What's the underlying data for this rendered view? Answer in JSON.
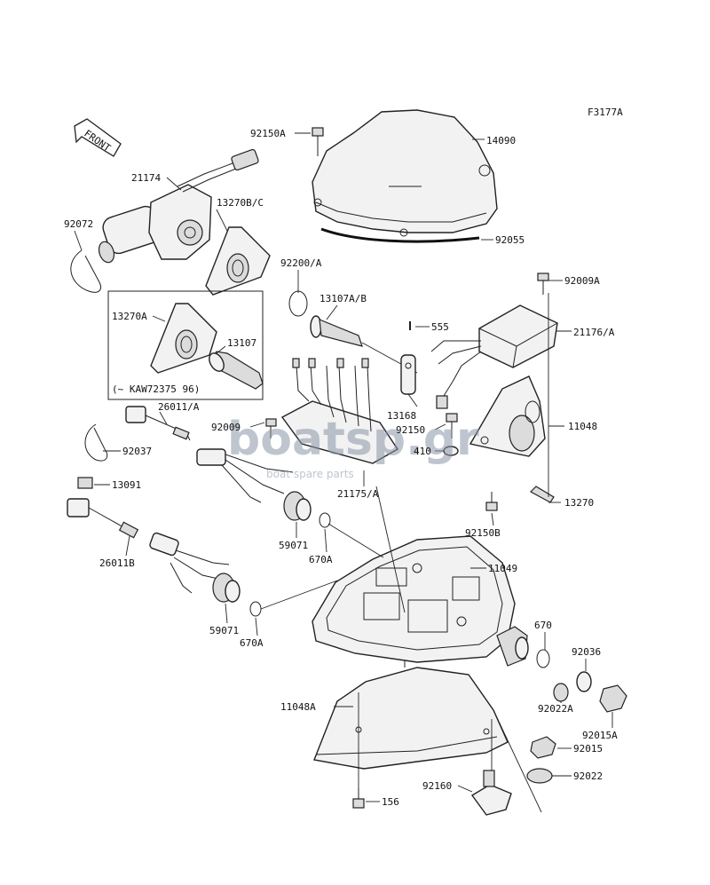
{
  "figure_code": "F3177A",
  "front_label": "FRONT",
  "inset_note": "(~ KAW72375  96)",
  "watermark": {
    "logo": "boatsp.gr",
    "tagline": "boat spare parts"
  },
  "labels": [
    {
      "id": "92150A",
      "text": "92150A"
    },
    {
      "id": "14090",
      "text": "14090"
    },
    {
      "id": "21174",
      "text": "21174"
    },
    {
      "id": "13270BC",
      "text": "13270B/C"
    },
    {
      "id": "92072",
      "text": "92072"
    },
    {
      "id": "92055",
      "text": "92055"
    },
    {
      "id": "92200A",
      "text": "92200/A"
    },
    {
      "id": "92009A",
      "text": "92009A"
    },
    {
      "id": "13107AB",
      "text": "13107A/B"
    },
    {
      "id": "13270A",
      "text": "13270A"
    },
    {
      "id": "555",
      "text": "555"
    },
    {
      "id": "21176A",
      "text": "21176/A"
    },
    {
      "id": "13107",
      "text": "13107"
    },
    {
      "id": "26011A",
      "text": "26011/A"
    },
    {
      "id": "13168",
      "text": "13168"
    },
    {
      "id": "92009",
      "text": "92009"
    },
    {
      "id": "92150",
      "text": "92150"
    },
    {
      "id": "11048",
      "text": "11048"
    },
    {
      "id": "92037",
      "text": "92037"
    },
    {
      "id": "410",
      "text": "410"
    },
    {
      "id": "13091",
      "text": "13091"
    },
    {
      "id": "21175A",
      "text": "21175/A"
    },
    {
      "id": "13270",
      "text": "13270"
    },
    {
      "id": "92150B",
      "text": "92150B"
    },
    {
      "id": "59071a",
      "text": "59071"
    },
    {
      "id": "670Aa",
      "text": "670A"
    },
    {
      "id": "26011B",
      "text": "26011B"
    },
    {
      "id": "11049",
      "text": "11049"
    },
    {
      "id": "59071b",
      "text": "59071"
    },
    {
      "id": "670Ab",
      "text": "670A"
    },
    {
      "id": "670",
      "text": "670"
    },
    {
      "id": "92036",
      "text": "92036"
    },
    {
      "id": "11048A",
      "text": "11048A"
    },
    {
      "id": "92022A",
      "text": "92022A"
    },
    {
      "id": "92015A",
      "text": "92015A"
    },
    {
      "id": "92015",
      "text": "92015"
    },
    {
      "id": "92160",
      "text": "92160"
    },
    {
      "id": "92022",
      "text": "92022"
    },
    {
      "id": "156",
      "text": "156"
    }
  ]
}
